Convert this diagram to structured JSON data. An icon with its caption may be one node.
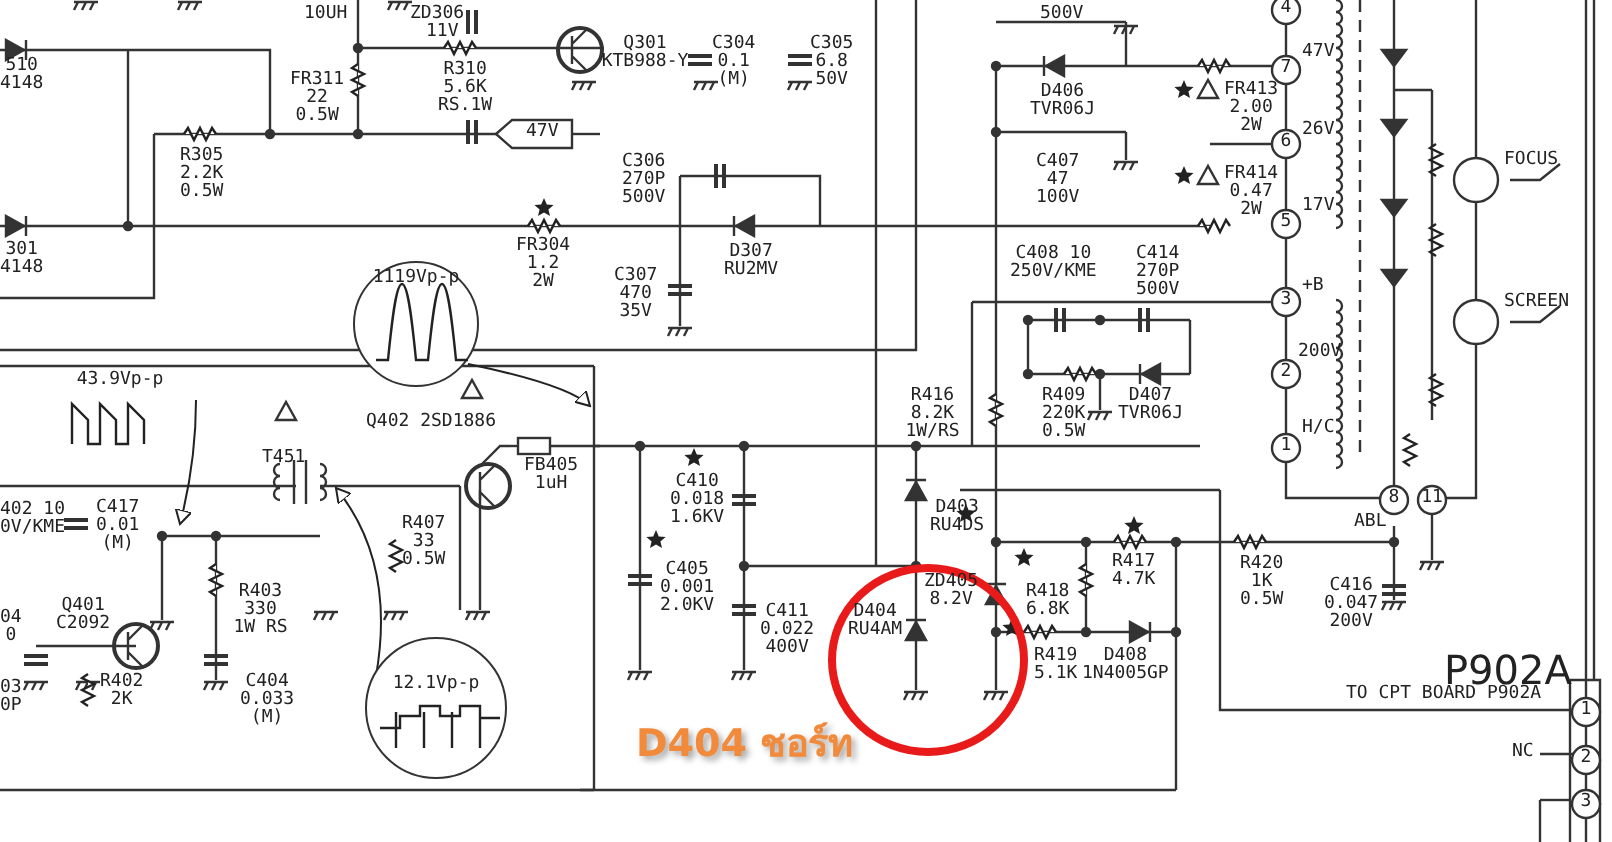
{
  "diagram": {
    "nodes": [
      {
        "text": [
          "1119Vp-p"
        ]
      },
      {
        "text": [
          "12.1Vp-p"
        ]
      },
      {
        "text": [
          "43.9Vp-p"
        ]
      }
    ],
    "edges": [
      {
        "from": 0,
        "to": null,
        "arrow": "to"
      },
      {
        "from": 1,
        "to": null,
        "arrow": "to"
      },
      {
        "from": 2,
        "to": null,
        "arrow": "to"
      }
    ],
    "labels": [
      "10UH",
      "ZD306",
      "500V",
      "4",
      "11V",
      "Q301 KTB988-Y",
      "C304 0.1 (M)",
      "C305 6.8 50V",
      "47V",
      "510 4148",
      "R310 5.6K RS.1W",
      "7",
      "FR311 22 0.5W",
      "D406 TVR06J",
      "FR413 2.00 2W",
      "47V",
      "6",
      "26V",
      "R305 2.2K 0.5W",
      "C306 270P 500V",
      "C407 47 100V",
      "FOCUS",
      "FR414 0.47 2W",
      "17V",
      "5",
      "301 4148",
      "FR304 1.2 2W",
      "D307 RU2MV",
      "C408 10 250V/KME",
      "C414 270P 500V",
      "C307 470 35V",
      "+B",
      "3",
      "SCREEN",
      "200V",
      "2",
      "R416 8.2K 1W/RS",
      "R409 220K 0.5W",
      "D407 TVR06J",
      "Q402 2SD1886",
      "H/C",
      "1",
      "T451",
      "FB405 1uH",
      "C410 0.018 1.6KV",
      "8",
      "11",
      "402 10 0V/KME",
      "C417 0.01 (M)",
      "D403 RU4DS",
      "R407 33 0.5W",
      "ABL",
      "R403 330 1W RS",
      "C405 0.001 2.0KV",
      "ZD405 8.2V",
      "R418 6.8K",
      "R417 4.7K",
      "R420 1K 0.5W",
      "C416 0.047 200V",
      "04 0",
      "Q401 C2092",
      "C411 0.022 400V",
      "D404 RU4AM",
      "R419 5.1K",
      "D408 1N4005GP",
      "P902A",
      "03 0P",
      "R402 2K",
      "C404 0.033 (M)",
      "TO CPT BOARD P902A",
      "1",
      "D404 ชอร์ท",
      "NC",
      "2",
      "3"
    ]
  }
}
